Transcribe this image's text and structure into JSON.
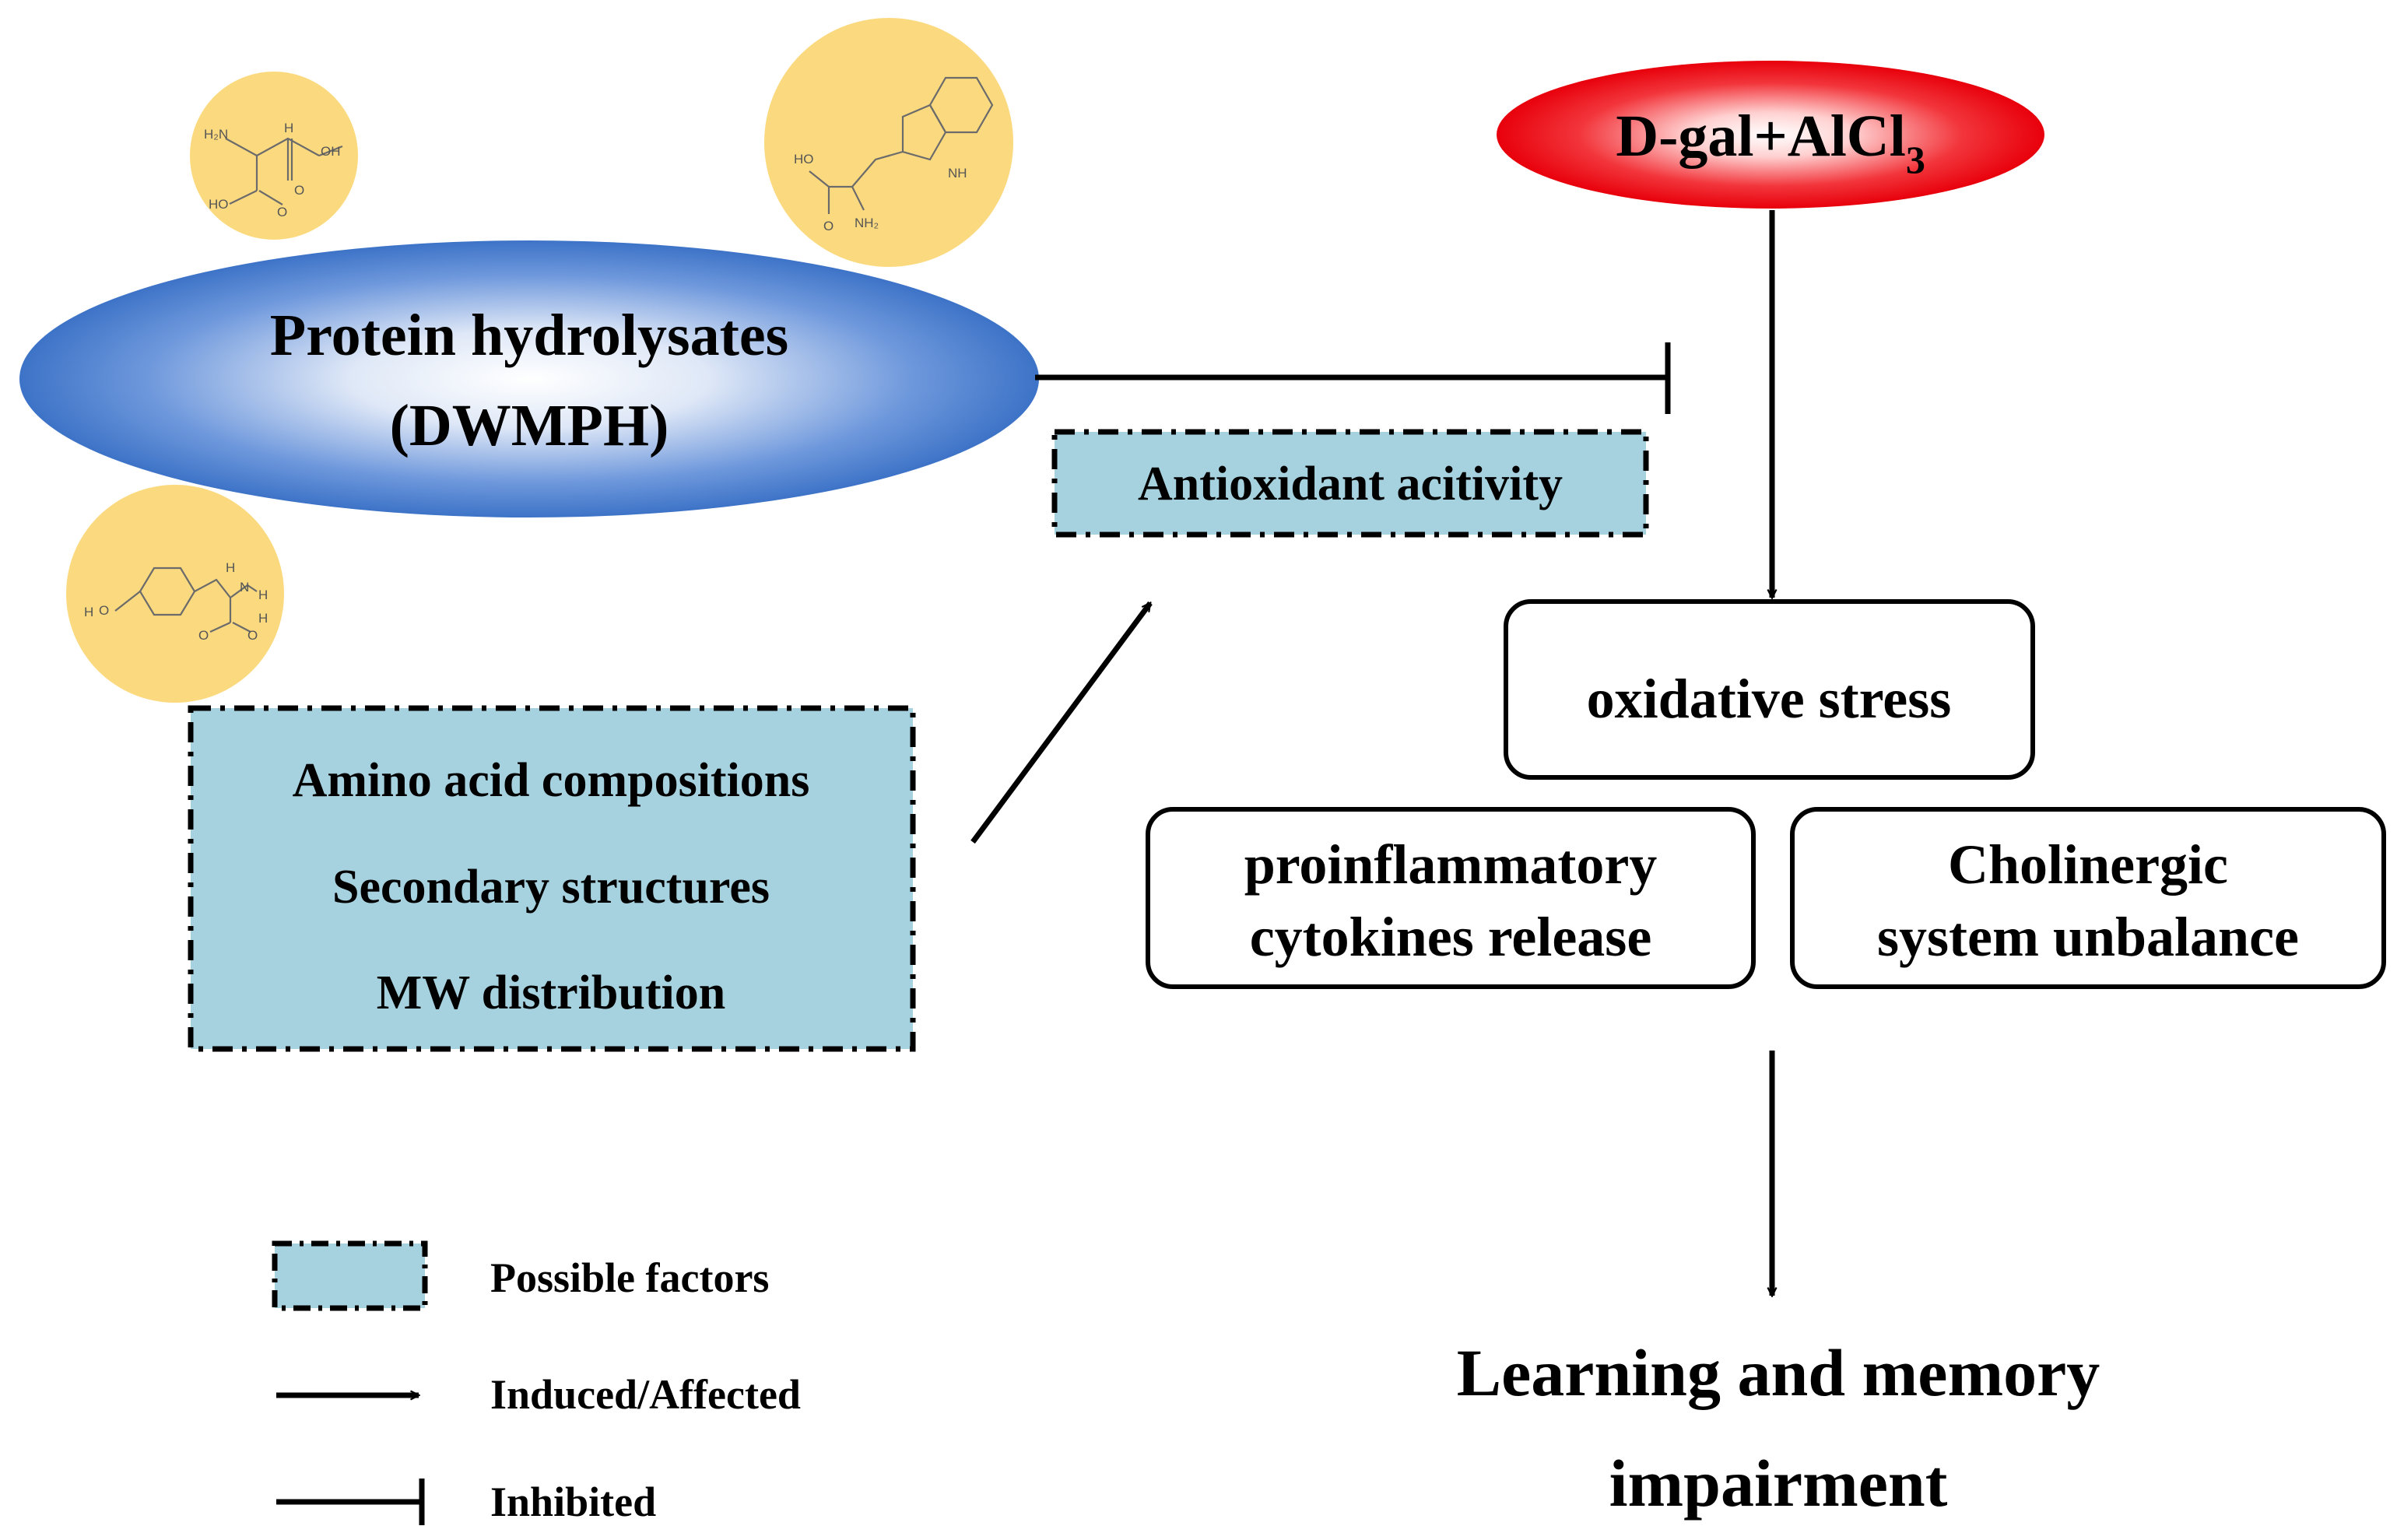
{
  "diagram": {
    "main_agent": {
      "line1": "Protein hydrolysates",
      "line2": "(DWMPH)"
    },
    "inducer": {
      "text": "D-gal+AlCl",
      "subscript": "3"
    },
    "antioxidant": {
      "label": "Antioxidant  acitivity"
    },
    "factors": {
      "items": [
        "Amino acid compositions",
        "Secondary structures",
        "MW distribution"
      ]
    },
    "oxidative_stress": {
      "label": "oxidative stress"
    },
    "proinflammatory": {
      "line1": "proinflammatory",
      "line2": "cytokines release"
    },
    "cholinergic": {
      "line1": "Cholinergic",
      "line2": "system unbalance"
    },
    "outcome": {
      "line1": "Learning and memory",
      "line2": "impairment"
    },
    "molecules": {
      "aspartic_acid": {
        "labels": [
          "H₂N",
          "H",
          "OH",
          "HO",
          "O",
          "O"
        ]
      },
      "tryptophan": {
        "labels": [
          "HO",
          "O",
          "NH₂",
          "NH"
        ]
      },
      "tyrosine": {
        "labels": [
          "H",
          "O",
          "H",
          "N",
          "H",
          "O",
          "O",
          "H"
        ]
      }
    }
  },
  "legend": {
    "items": [
      {
        "symbol": "dashed-box",
        "label": "Possible factors"
      },
      {
        "symbol": "arrow",
        "label": "Induced/Affected"
      },
      {
        "symbol": "inhibit-bar",
        "label": "Inhibited"
      }
    ]
  },
  "colors": {
    "blue_ellipse_center": "#ffffff",
    "blue_ellipse_edge": "#3d73c7",
    "red_ellipse_center": "#ffffff",
    "red_ellipse_edge": "#e8000b",
    "factor_box_fill": "#a6d1df",
    "molecule_circle": "#fbd97f"
  }
}
